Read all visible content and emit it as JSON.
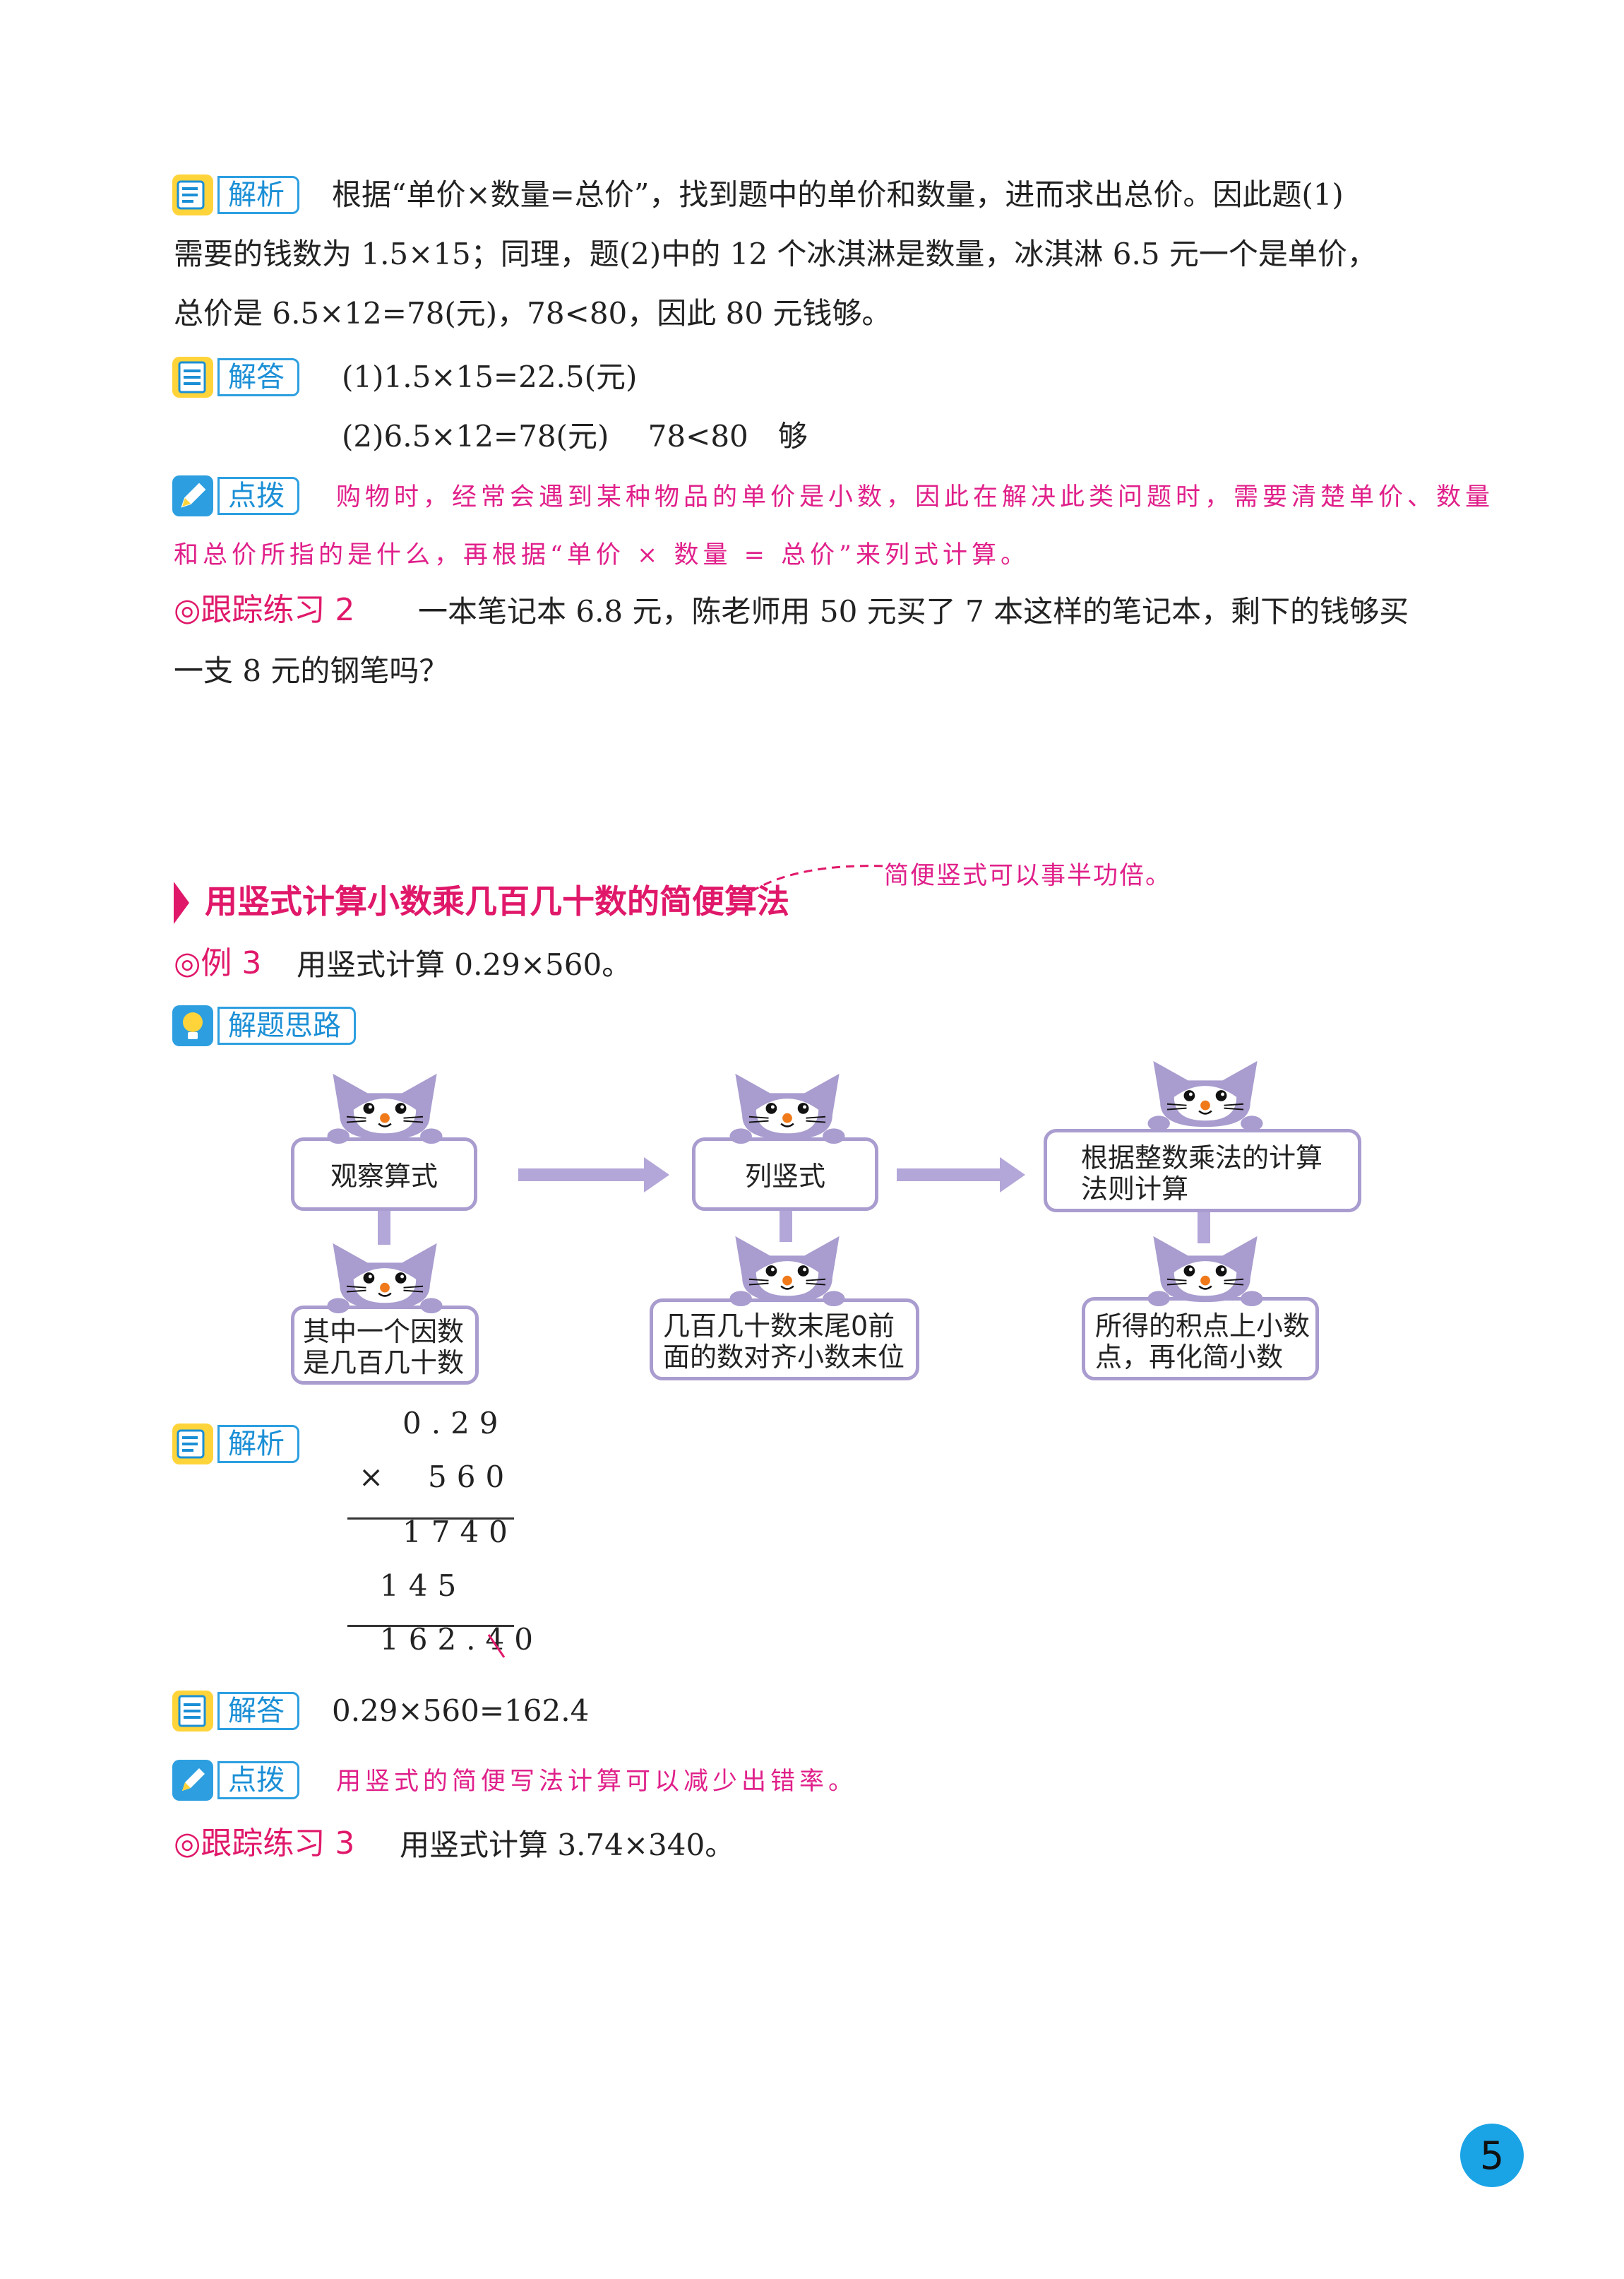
{
  "labels": {
    "jiexi": "解析",
    "jieda": "解答",
    "dianbo": "点拨",
    "silu": "解题思路"
  },
  "block1": {
    "analysis_lines": [
      "根据“单价×数量=总价”，找到题中的单价和数量，进而求出总价。因此题(1)",
      "需要的钱数为 1.5×15；同理，题(2)中的 12 个冰淇淋是数量，冰淇淋 6.5 元一个是单价，",
      "总价是 6.5×12=78(元)，78<80，因此 80 元钱够。"
    ],
    "answer_lines": [
      "(1)1.5×15=22.5(元)",
      "(2)6.5×12=78(元)　 78<80　够"
    ],
    "tip_lines": [
      "购物时，经常会遇到某种物品的单价是小数，因此在解决此类问题时，需要清楚单价、数量",
      "和总价所指的是什么，再根据“单价 × 数量 = 总价”来列式计算。"
    ]
  },
  "practice2": {
    "label": "◎跟踪练习 2",
    "lines": [
      "一本笔记本 6.8 元，陈老师用 50 元买了 7 本这样的笔记本，剩下的钱够买",
      "一支 8 元的钢笔吗？"
    ]
  },
  "section": {
    "title": "用竖式计算小数乘几百几十数的简便算法",
    "note": "简便竖式可以事半功倍。"
  },
  "example3": {
    "label": "◎例 3",
    "text": "用竖式计算 0.29×560。"
  },
  "flow": {
    "top": [
      {
        "line1": "观察算式",
        "line2": ""
      },
      {
        "line1": "列竖式",
        "line2": ""
      },
      {
        "line1": "根据整数乘法的计算",
        "line2": "法则计算"
      }
    ],
    "bottom": [
      {
        "line1": "其中一个因数",
        "line2": "是几百几十数"
      },
      {
        "line1": "几百几十数末尾0前",
        "line2": "面的数对齐小数末位"
      },
      {
        "line1": "所得的积点上小数",
        "line2": "点，再化简小数"
      }
    ]
  },
  "calc": {
    "row1": "0.29",
    "row2_op": "×",
    "row2": "560",
    "row3": "1740",
    "row4": "145",
    "row5": "162.40"
  },
  "block2": {
    "answer": "0.29×560=162.4",
    "tip": "用竖式的简便写法计算可以减少出错率。"
  },
  "practice3": {
    "label": "◎跟踪练习 3",
    "text": "用竖式计算 3.74×340。"
  },
  "page_number": "5",
  "colors": {
    "accent_blue": "#2d9fe0",
    "magenta": "#e0186a",
    "flow_purple": "#a99ccf"
  }
}
